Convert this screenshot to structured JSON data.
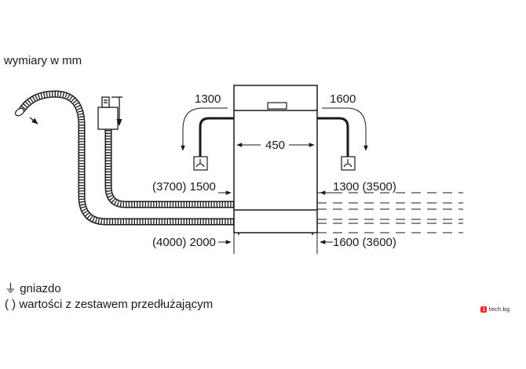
{
  "title": "wymiary w mm",
  "dimensions": {
    "top_left": "1300",
    "top_right": "1600",
    "width": "450",
    "mid_left": "(3700) 1500",
    "mid_right": "1300 (3500)",
    "bottom_left": "(4000) 2000",
    "bottom_right": "1600 (3600)"
  },
  "legend": {
    "socket_symbol": "⏚",
    "socket_label": "gniazdo",
    "extension_symbol": "( )",
    "extension_label": "wartości z zestawem przedłużającym"
  },
  "watermark": {
    "badge": "1",
    "text": "tech.bg"
  },
  "colors": {
    "line": "#1a1a1a",
    "hose_fill": "#ffffff",
    "watermark_badge": "#e8252b"
  }
}
